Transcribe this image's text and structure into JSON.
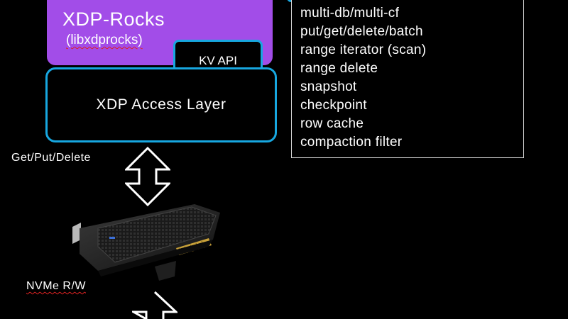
{
  "diagram": {
    "xdp_rocks": {
      "title": "XDP-Rocks",
      "subtitle": "(libxdprocks)"
    },
    "kv_api": "KV API",
    "access_layer": "XDP Access Layer",
    "features": [
      "multi-db/multi-cf",
      "put/get/delete/batch",
      "range iterator (scan)",
      "range delete",
      "snapshot",
      "checkpoint",
      "row cache",
      "compaction filter"
    ],
    "arrow_labels": {
      "top": "Get/Put/Delete",
      "bottom": "NVMe R/W"
    },
    "colors": {
      "background": "#000000",
      "purple": "#a24de8",
      "cyan": "#17a7e0"
    }
  }
}
